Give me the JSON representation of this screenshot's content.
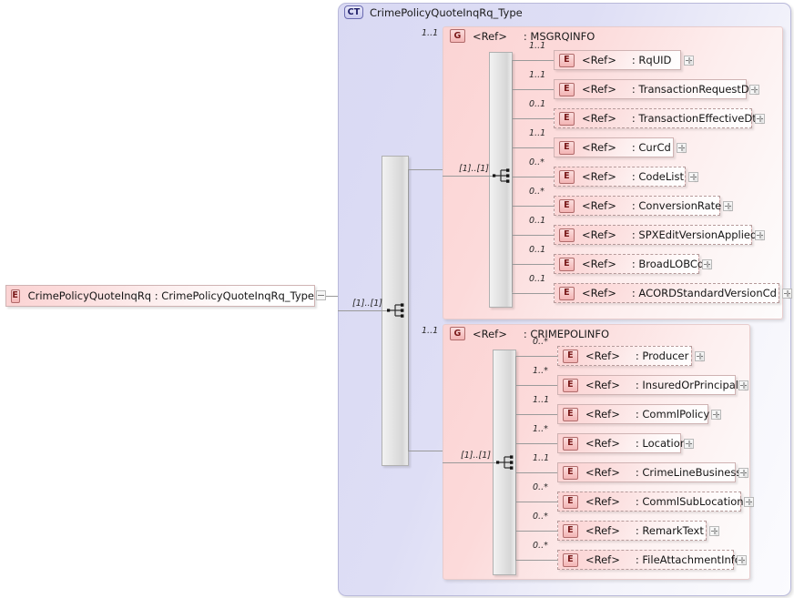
{
  "diagram": {
    "kind": "xml-schema-diagram",
    "root_type_label": "CrimePolicyQuoteInqRq_Type",
    "root_type_badge": "CT",
    "root_element_label": "CrimePolicyQuoteInqRq : CrimePolicyQuoteInqRq_Type",
    "root_element_badge": "E",
    "root_occurrence": "[1]..[1]",
    "root_toggle": "minus"
  },
  "colors": {
    "type_container_fill": "#d9d9f3",
    "type_container_border": "#b9b9da",
    "group_fill": "#fbd4d4",
    "group_border": "#e8cccc",
    "node_fill": "#fbd3d3",
    "node_border_required": "#cfb3b3",
    "node_border_optional": "#b69b9b",
    "badge_border": "#b06b6b",
    "badge_ct_border": "#6b6bb0",
    "connector_line": "#9a9a9a",
    "sequence_bar": "#e2e2e2"
  },
  "labels": {
    "ref": "<Ref>",
    "group_badge": "G",
    "element_badge": "E",
    "sequence_occurrence": "[1]..[1]"
  },
  "groups": [
    {
      "badge": "G",
      "ref": "<Ref>",
      "name": ": MSGRQINFO",
      "occurrence": "1..1",
      "sequence_occurrence": "[1]..[1]",
      "children": [
        {
          "badge": "E",
          "ref": "<Ref>",
          "name": ": RqUID",
          "occurrence": "1..1",
          "required": true,
          "toggle": "plus"
        },
        {
          "badge": "E",
          "ref": "<Ref>",
          "name": ": TransactionRequestDt",
          "occurrence": "1..1",
          "required": true,
          "toggle": "plus"
        },
        {
          "badge": "E",
          "ref": "<Ref>",
          "name": ": TransactionEffectiveDt",
          "occurrence": "0..1",
          "required": false,
          "toggle": "plus"
        },
        {
          "badge": "E",
          "ref": "<Ref>",
          "name": ": CurCd",
          "occurrence": "1..1",
          "required": true,
          "toggle": "plus"
        },
        {
          "badge": "E",
          "ref": "<Ref>",
          "name": ": CodeList",
          "occurrence": "0..*",
          "required": false,
          "toggle": "plus"
        },
        {
          "badge": "E",
          "ref": "<Ref>",
          "name": ": ConversionRate",
          "occurrence": "0..*",
          "required": false,
          "toggle": "plus"
        },
        {
          "badge": "E",
          "ref": "<Ref>",
          "name": ": SPXEditVersionApplied",
          "occurrence": "0..1",
          "required": false,
          "toggle": "plus"
        },
        {
          "badge": "E",
          "ref": "<Ref>",
          "name": ": BroadLOBCd",
          "occurrence": "0..1",
          "required": false,
          "toggle": "plus"
        },
        {
          "badge": "E",
          "ref": "<Ref>",
          "name": ": ACORDStandardVersionCd",
          "occurrence": "0..1",
          "required": false,
          "toggle": "plus"
        }
      ]
    },
    {
      "badge": "G",
      "ref": "<Ref>",
      "name": ": CRIMEPOLINFO",
      "occurrence": "1..1",
      "sequence_occurrence": "[1]..[1]",
      "children": [
        {
          "badge": "E",
          "ref": "<Ref>",
          "name": ": Producer",
          "occurrence": "0..*",
          "required": false,
          "toggle": "plus"
        },
        {
          "badge": "E",
          "ref": "<Ref>",
          "name": ": InsuredOrPrincipal",
          "occurrence": "1..*",
          "required": true,
          "toggle": "plus"
        },
        {
          "badge": "E",
          "ref": "<Ref>",
          "name": ": CommlPolicy",
          "occurrence": "1..1",
          "required": true,
          "toggle": "plus"
        },
        {
          "badge": "E",
          "ref": "<Ref>",
          "name": ": Location",
          "occurrence": "1..*",
          "required": true,
          "toggle": "plus"
        },
        {
          "badge": "E",
          "ref": "<Ref>",
          "name": ": CrimeLineBusiness",
          "occurrence": "1..1",
          "required": true,
          "toggle": "plus"
        },
        {
          "badge": "E",
          "ref": "<Ref>",
          "name": ": CommlSubLocation",
          "occurrence": "0..*",
          "required": false,
          "toggle": "plus"
        },
        {
          "badge": "E",
          "ref": "<Ref>",
          "name": ": RemarkText",
          "occurrence": "0..*",
          "required": false,
          "toggle": "plus"
        },
        {
          "badge": "E",
          "ref": "<Ref>",
          "name": ": FileAttachmentInfo",
          "occurrence": "0..*",
          "required": false,
          "toggle": "plus"
        }
      ]
    }
  ]
}
